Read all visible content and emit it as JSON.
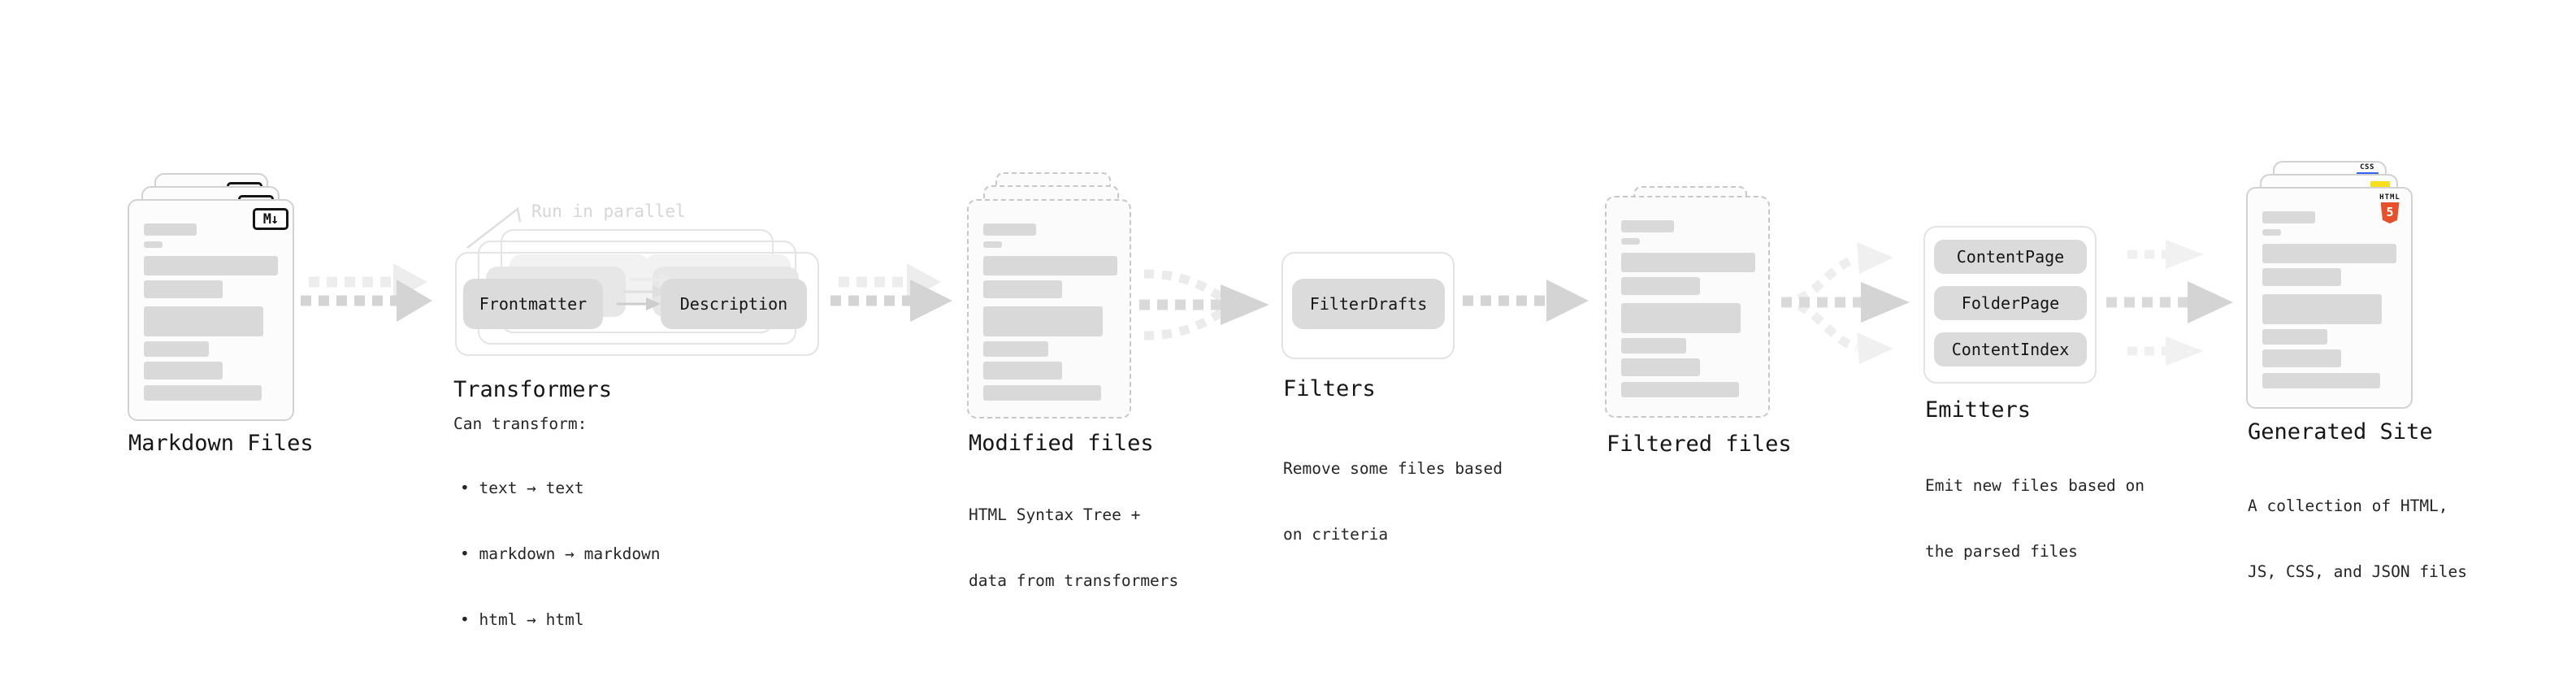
{
  "diagram": {
    "background": "#ffffff",
    "callout": "Run in parallel",
    "nodes": {
      "markdown_files": {
        "title": "Markdown Files",
        "badge": "M↓"
      },
      "transformers": {
        "title": "Transformers",
        "pills": [
          "Frontmatter",
          "Description"
        ],
        "subtitle": "Can transform:",
        "bullets": [
          "• text → text",
          "• markdown → markdown",
          "• html → html"
        ]
      },
      "modified_files": {
        "title": "Modified files",
        "subtitle_lines": [
          "HTML Syntax Tree +",
          "data from transformers"
        ]
      },
      "filters": {
        "title": "Filters",
        "pill": "FilterDrafts",
        "subtitle_lines": [
          "Remove some files based",
          "on criteria"
        ]
      },
      "filtered_files": {
        "title": "Filtered files"
      },
      "emitters": {
        "title": "Emitters",
        "pills": [
          "ContentPage",
          "FolderPage",
          "ContentIndex"
        ],
        "subtitle_lines": [
          "Emit new files based on",
          "the parsed files"
        ]
      },
      "generated_site": {
        "title": "Generated Site",
        "subtitle_lines": [
          "A collection of HTML,",
          "JS, CSS, and JSON files"
        ],
        "badges": {
          "html_label": "HTML",
          "html_number": "5",
          "css_label": "CSS"
        }
      }
    },
    "colors": {
      "html5_orange": "#e8502b",
      "css_blue": "#2f62f0",
      "js_yellow": "#f7df1e",
      "pill_gray": "#dbdbdb",
      "arrow_gray": "#d4d4d4"
    }
  }
}
